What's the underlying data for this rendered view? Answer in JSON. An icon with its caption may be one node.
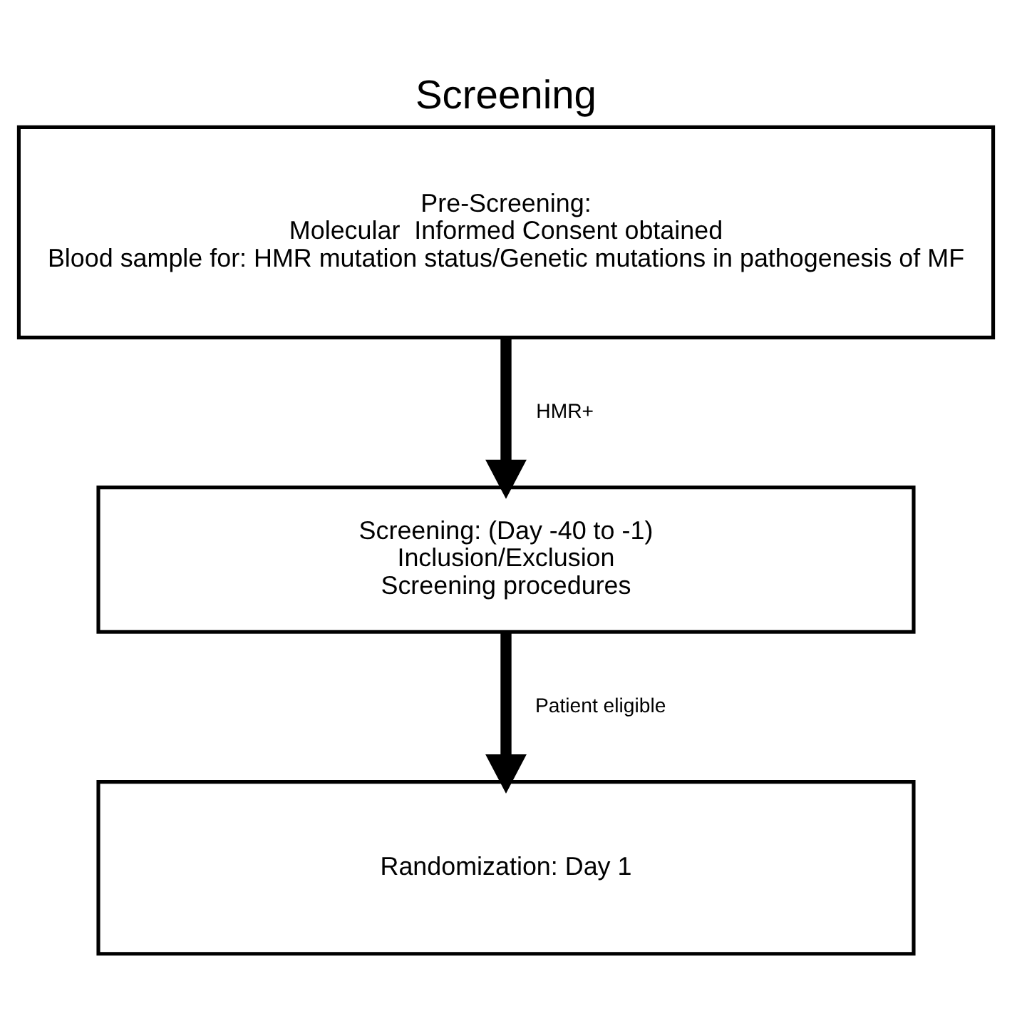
{
  "diagram": {
    "title": "Screening",
    "nodes": [
      {
        "text": [
          "Pre-Screening:",
          "Molecular  Informed Consent obtained",
          "Blood sample for: HMR mutation status/Genetic mutations in pathogenesis of MF"
        ]
      },
      {
        "text": [
          "Screening: (Day -40 to -1)",
          "Inclusion/Exclusion",
          "Screening procedures"
        ]
      },
      {
        "text": [
          "Randomization: Day 1"
        ]
      }
    ],
    "edges": [
      {
        "from": 0,
        "to": 1,
        "arrow": "to",
        "label": "HMR+"
      },
      {
        "from": 1,
        "to": 2,
        "arrow": "to",
        "label": "Patient eligible"
      }
    ]
  }
}
